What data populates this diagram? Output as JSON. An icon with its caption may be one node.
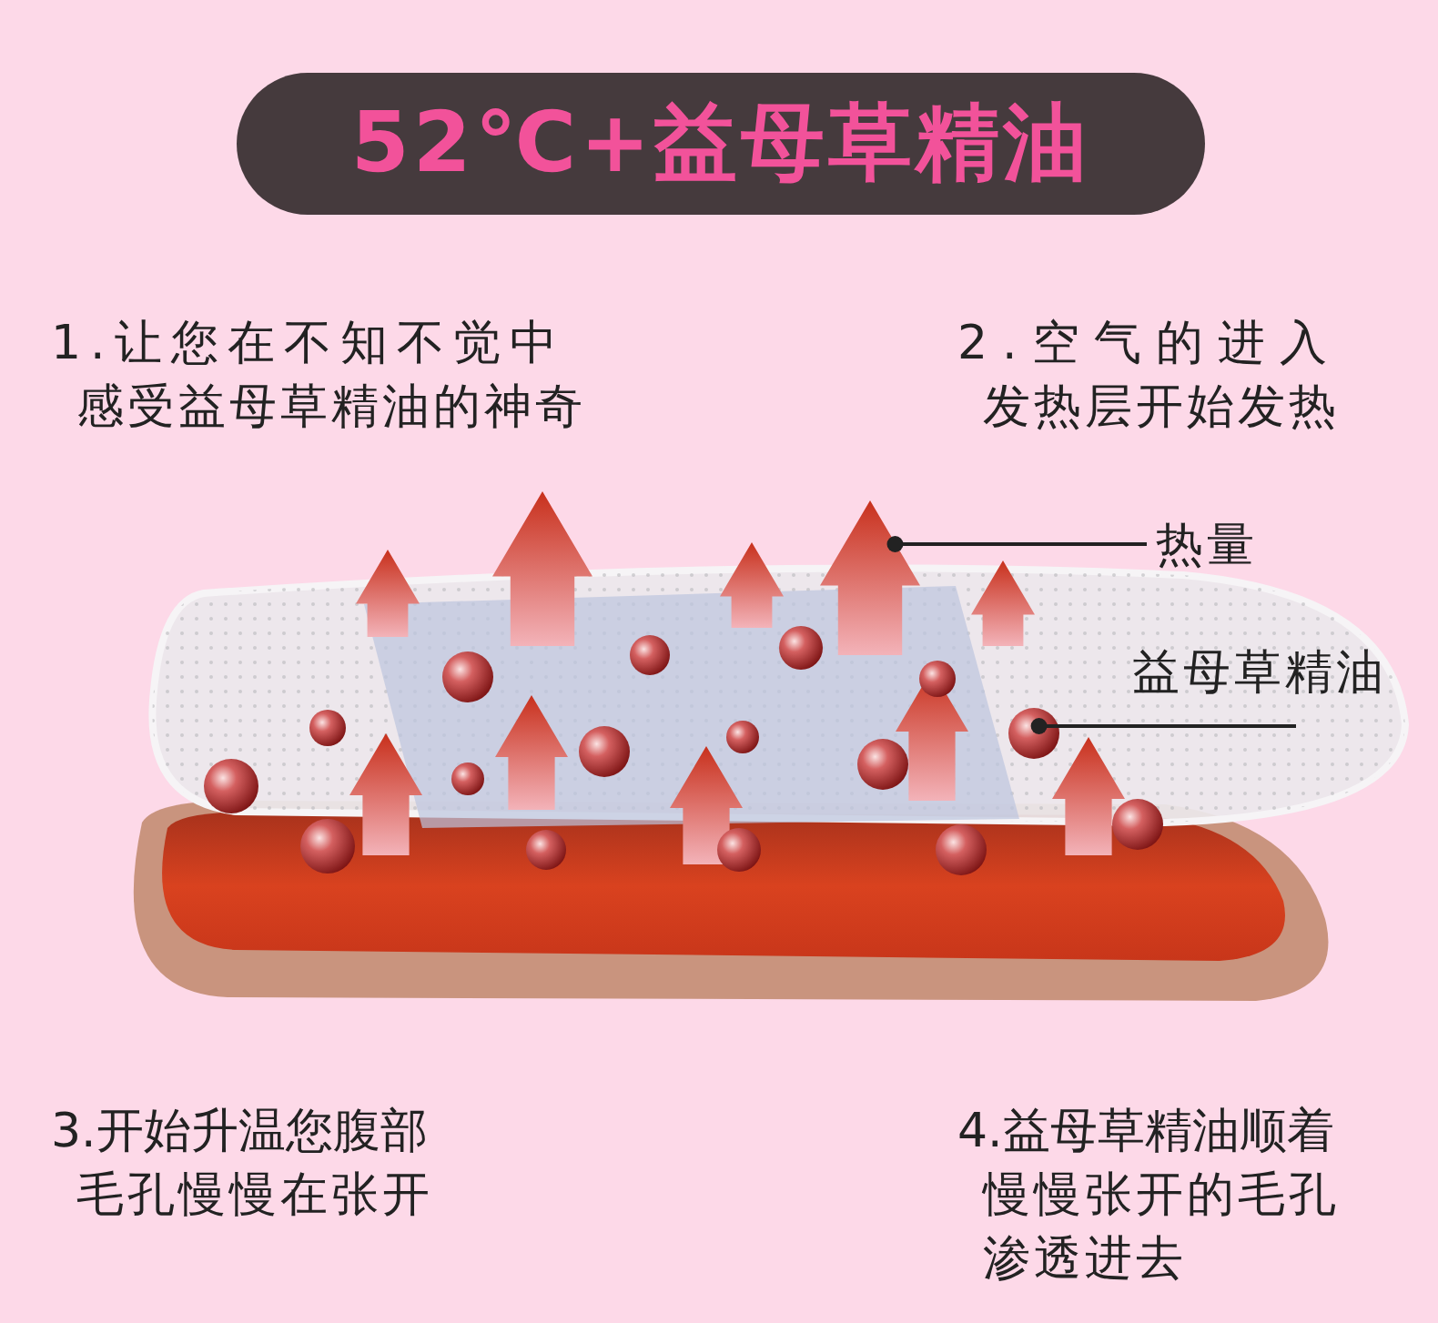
{
  "diagram": {
    "nodes": [
      {
        "text": [
          "52℃+益母草精油"
        ]
      },
      {
        "text": [
          "热量"
        ]
      },
      {
        "text": [],
        "shape": "picture"
      },
      {
        "text": [
          "益母草精油"
        ]
      },
      {
        "text": [],
        "shape": "circle"
      }
    ],
    "edges": [
      {
        "from": 1,
        "to": 2,
        "arrow": "other"
      },
      {
        "from": 3,
        "to": 4,
        "arrow": "other"
      }
    ],
    "labels": [
      "1.让您在不知不觉中感受益母草精油的神奇",
      "2.空气的进入发热层开始发热",
      "3.开始升温您腹部毛孔慢慢在张开",
      "4.益母草精油顺着慢慢张开的毛孔渗透进去"
    ]
  }
}
